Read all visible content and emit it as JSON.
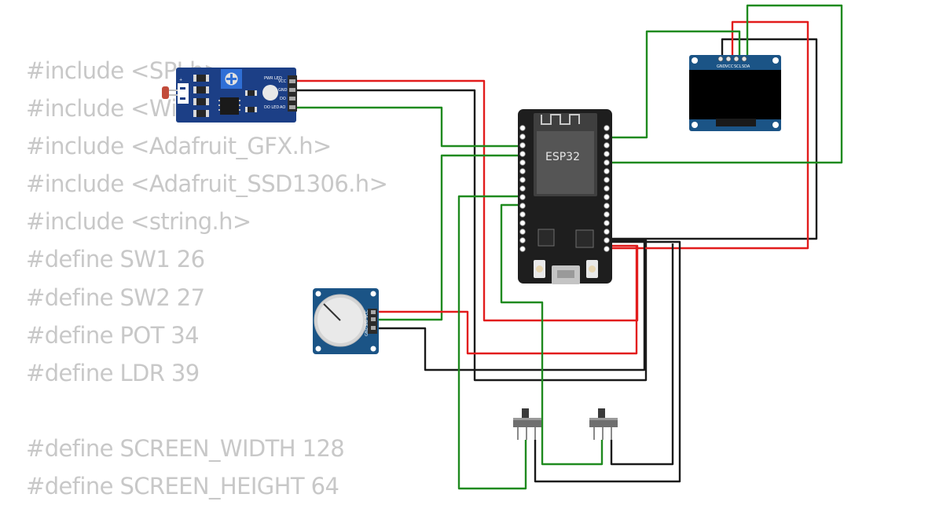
{
  "code_lines": [
    "#include <SPI.h>",
    "#include <Wire.h>",
    "#include <Adafruit_GFX.h>",
    "#include <Adafruit_SSD1306.h>",
    "#include <string.h>",
    "#define SW1 26",
    "#define SW2 27",
    "#define POT 34",
    "#define LDR 39",
    "",
    "#define SCREEN_WIDTH 128",
    "#define SCREEN_HEIGHT 64"
  ],
  "esp32": {
    "label": "ESP32"
  },
  "oled": {
    "pins": [
      "GND",
      "VCC",
      "SCL",
      "SDA"
    ]
  },
  "ldr_module": {
    "pins": [
      "VCC",
      "GND",
      "DO",
      "AO"
    ],
    "leds": [
      "PWR LED",
      "DO LED"
    ]
  },
  "pot_module": {
    "pins": [
      "GND",
      "SIG",
      "VCC"
    ]
  },
  "colors": {
    "power": "#e21c1c",
    "ground": "#1a1a1a",
    "signal": "#1f8a1f",
    "board": "#1c4f82"
  }
}
